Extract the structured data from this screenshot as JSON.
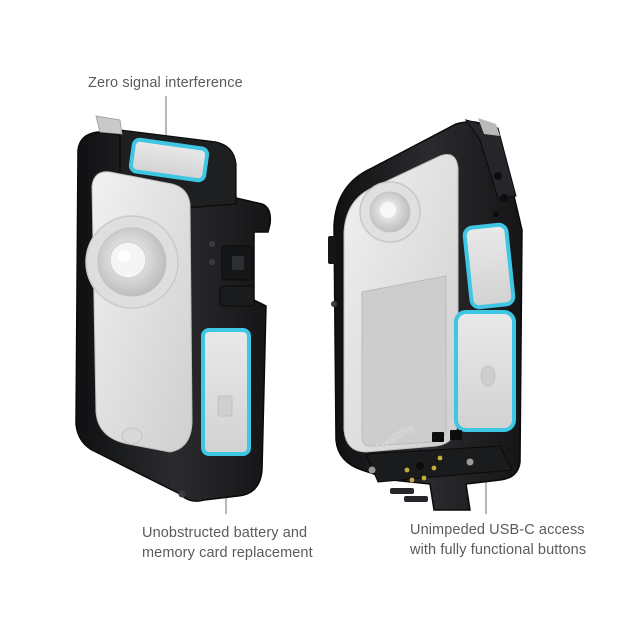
{
  "captions": {
    "top": {
      "lines": [
        "Zero signal interference"
      ]
    },
    "bottom_left": {
      "lines": [
        "Unobstructed battery and",
        "memory card replacement"
      ]
    },
    "bottom_right": {
      "lines": [
        "Unimpeded USB-C access",
        "with fully functional buttons"
      ]
    }
  },
  "product": {
    "brand_mark": "SmallRig"
  },
  "colors": {
    "cage_black": "#1c1d1f",
    "camera_gray": "#e4e4e4",
    "highlight_cyan": "#3ec6e3",
    "leader_line": "#8a8a8a",
    "caption_text": "#5b5b5b"
  }
}
